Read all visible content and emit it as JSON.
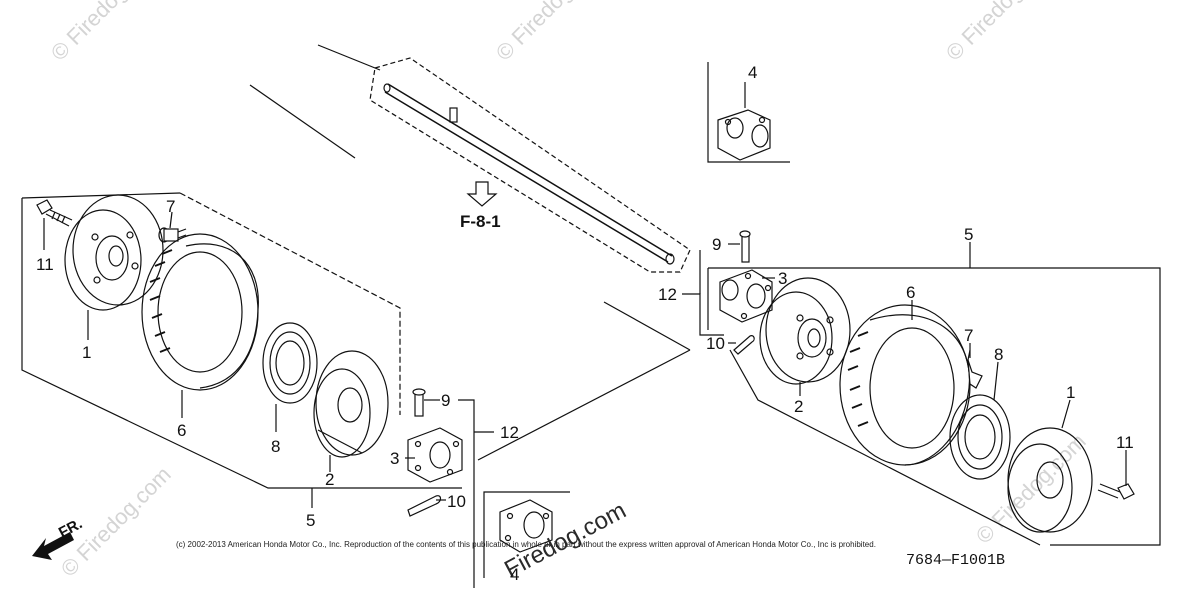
{
  "watermark": {
    "text": "© Firedog.com",
    "center_text": "Firedog.com"
  },
  "reference": {
    "label": "F-8-1"
  },
  "direction": {
    "label": "FR."
  },
  "callouts": {
    "left_1": "1",
    "left_2": "2",
    "left_3": "3",
    "left_4": "4",
    "left_5": "5",
    "left_6": "6",
    "left_7": "7",
    "left_8": "8",
    "left_9": "9",
    "left_10": "10",
    "left_11": "11",
    "left_12": "12",
    "right_1": "1",
    "right_2": "2",
    "right_3": "3",
    "right_4": "4",
    "right_5": "5",
    "right_6": "6",
    "right_7": "7",
    "right_8": "8",
    "right_9": "9",
    "right_10": "10",
    "right_11": "11",
    "right_12": "12"
  },
  "footer": {
    "copyright": "(c) 2002-2013 American Honda Motor Co., Inc. Reproduction of the contents of this publication in whole or in part without the express written approval of American Honda Motor Co., Inc is prohibited.",
    "diagram_code": "7684—F1001B"
  }
}
